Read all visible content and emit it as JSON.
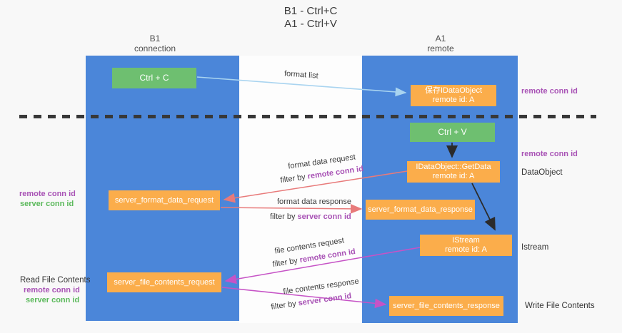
{
  "title": {
    "line1": "B1 - Ctrl+C",
    "line2": "A1 - Ctrl+V"
  },
  "lanes": {
    "left": {
      "title": "B1",
      "subtitle": "connection"
    },
    "right": {
      "title": "A1",
      "subtitle": "remote"
    }
  },
  "nodes": {
    "ctrl_c": {
      "label": "Ctrl + C"
    },
    "ctrl_v": {
      "label": "Ctrl + V"
    },
    "save_dataobject": {
      "line1": "保存IDataObject",
      "line2": "remote id: A"
    },
    "getdata": {
      "line1": "IDataObject::GetData",
      "line2": "remote id: A"
    },
    "istream": {
      "line1": "IStream",
      "line2": "remote id: A"
    },
    "server_format_data_request": {
      "label": "server_format_data_request"
    },
    "server_format_data_response": {
      "label": "server_format_data_response"
    },
    "server_file_contents_request": {
      "label": "server_file_contents_request"
    },
    "server_file_contents_response": {
      "label": "server_file_contents_response"
    }
  },
  "flow_labels": {
    "format_list": "format list",
    "format_data_request": "format data request",
    "format_data_response": "format data response",
    "file_contents_request": "file contents request",
    "file_contents_response": "file contents response",
    "filter_by": "filter by",
    "remote_conn_id": "remote conn id",
    "server_conn_id": "server conn id"
  },
  "annotations": {
    "remote_conn_id_top_right": "remote conn id",
    "remote_conn_id_mid_right": "remote conn id",
    "dataobject": "DataObject",
    "istream": "Istream",
    "write_file_contents": "Write File Contents",
    "read_file_contents": "Read File Contents",
    "remote_conn_id_left_1": "remote conn id",
    "server_conn_id_left_1": "server conn id",
    "remote_conn_id_left_2": "remote conn id",
    "server_conn_id_left_2": "server conn id"
  },
  "colors": {
    "lane_blue": "#4b86d9",
    "node_orange": "#fbad4b",
    "node_green": "#6ebf70",
    "arrow_light_blue": "#a9d4f0",
    "arrow_salmon": "#e87a7a",
    "arrow_magenta": "#c653c6",
    "arrow_black": "#2b2b2b",
    "label_purple": "#a852b5",
    "label_green": "#5bb95b",
    "divider_dark": "#383838"
  }
}
